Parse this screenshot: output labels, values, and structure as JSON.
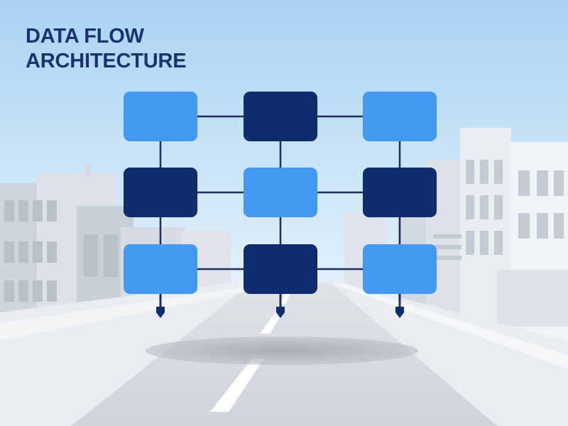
{
  "title": {
    "line1": "DATA FLOW",
    "line2": "ARCHITECTURE"
  },
  "colors": {
    "sky_top": "#a9d3f3",
    "sky_bottom": "#e9f4fc",
    "title": "#1a3370",
    "node_dark": "#0f2d6e",
    "node_light": "#4498ee",
    "connector": "#1d2f5a",
    "road": "#d4d8de",
    "building": "#c8ced7"
  },
  "diagram": {
    "type": "node-grid",
    "rows": 3,
    "cols": 3,
    "nodes": [
      {
        "id": "n-1-1",
        "row": 1,
        "col": 1,
        "tone": "light"
      },
      {
        "id": "n-1-2",
        "row": 1,
        "col": 2,
        "tone": "dark"
      },
      {
        "id": "n-1-3",
        "row": 1,
        "col": 3,
        "tone": "light"
      },
      {
        "id": "n-2-1",
        "row": 2,
        "col": 1,
        "tone": "dark"
      },
      {
        "id": "n-2-2",
        "row": 2,
        "col": 2,
        "tone": "light"
      },
      {
        "id": "n-2-3",
        "row": 2,
        "col": 3,
        "tone": "dark"
      },
      {
        "id": "n-3-1",
        "row": 3,
        "col": 1,
        "tone": "light"
      },
      {
        "id": "n-3-2",
        "row": 3,
        "col": 2,
        "tone": "dark"
      },
      {
        "id": "n-3-3",
        "row": 3,
        "col": 3,
        "tone": "light"
      }
    ],
    "edges": [
      [
        "n-1-1",
        "n-1-2"
      ],
      [
        "n-1-2",
        "n-1-3"
      ],
      [
        "n-2-1",
        "n-2-2"
      ],
      [
        "n-2-2",
        "n-2-3"
      ],
      [
        "n-3-1",
        "n-3-2"
      ],
      [
        "n-3-2",
        "n-3-3"
      ],
      [
        "n-1-1",
        "n-2-1"
      ],
      [
        "n-2-1",
        "n-3-1"
      ],
      [
        "n-1-2",
        "n-2-2"
      ],
      [
        "n-2-2",
        "n-3-2"
      ],
      [
        "n-1-3",
        "n-2-3"
      ],
      [
        "n-2-3",
        "n-3-3"
      ]
    ],
    "output_pins": 3
  }
}
